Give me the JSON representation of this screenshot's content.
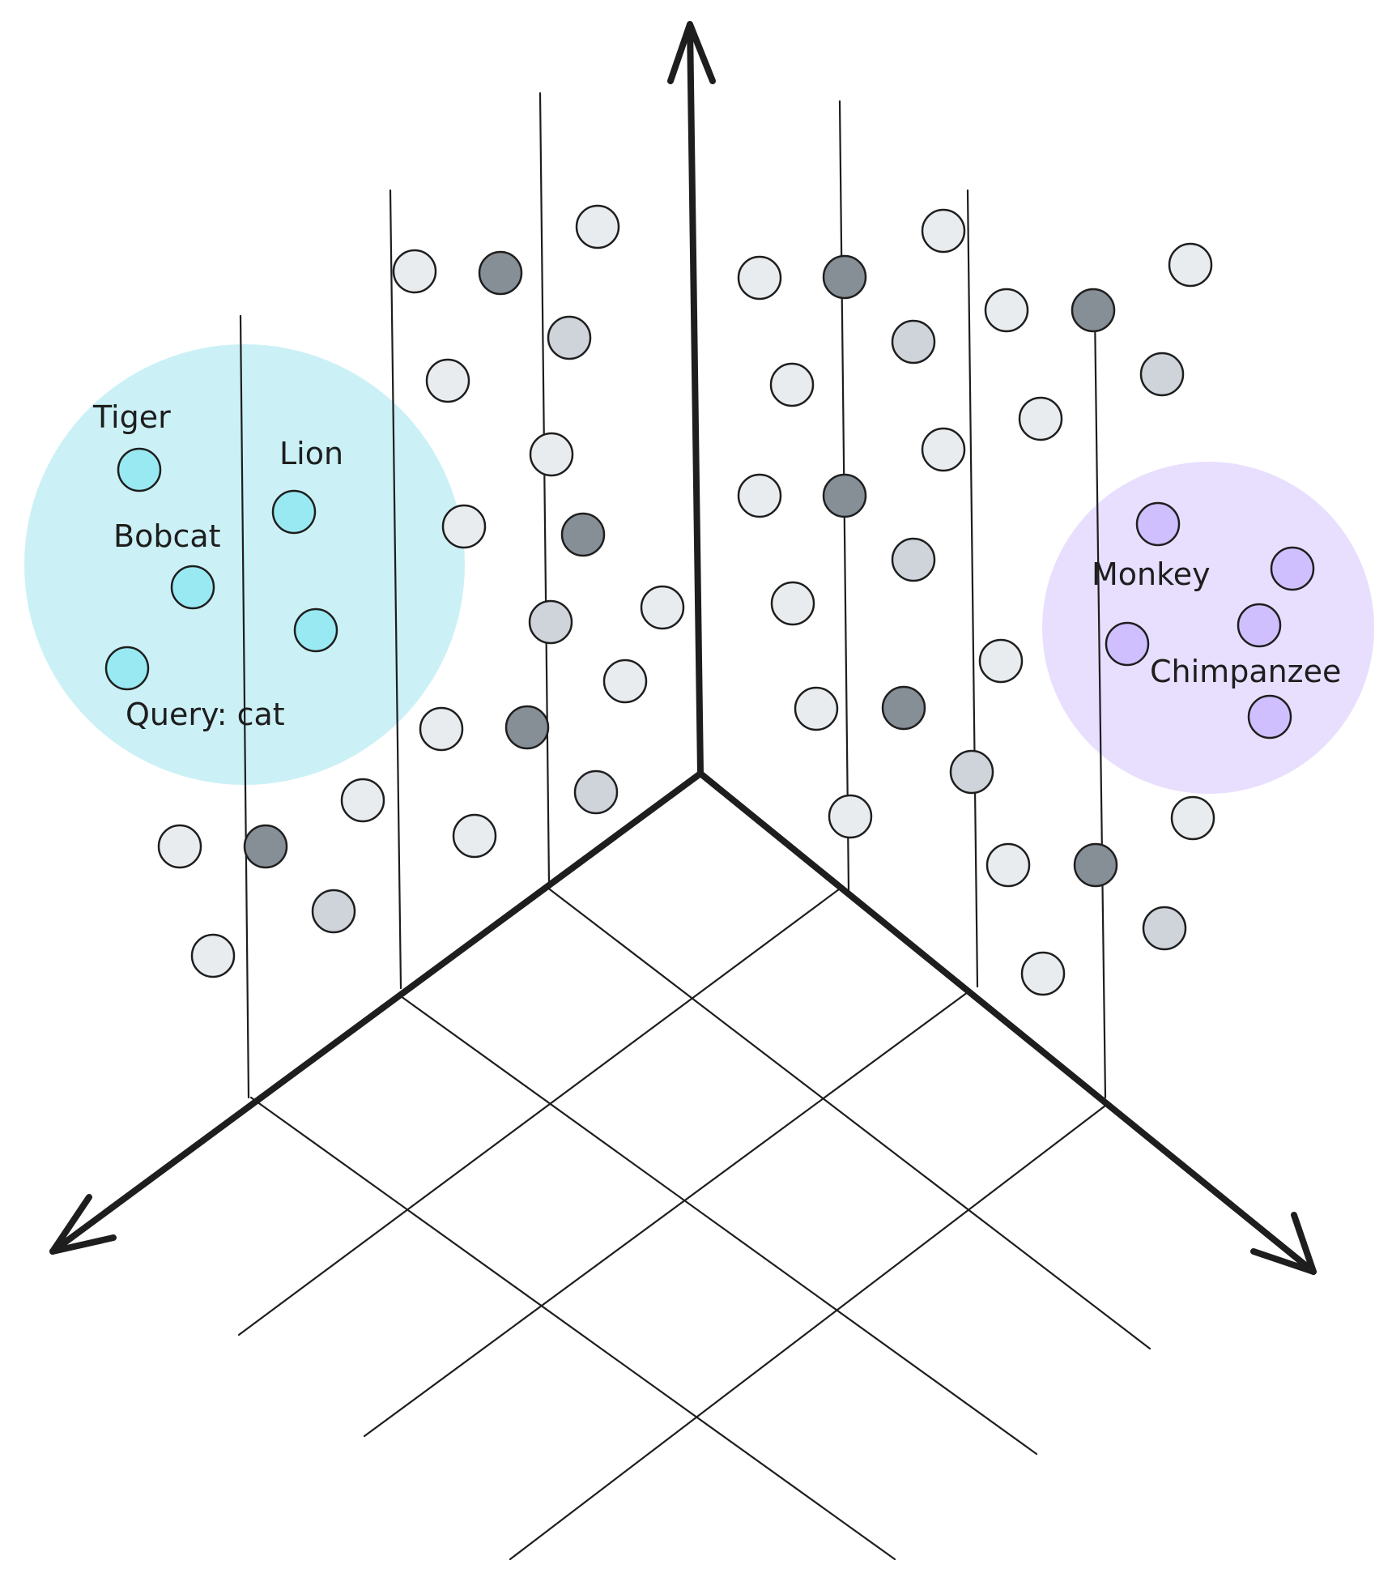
{
  "colors": {
    "background": "#ffffff",
    "stroke": "#1e1e1e",
    "dot_light": "#e9ecef",
    "dot_mid": "#ced4da",
    "dot_dark": "#868e96",
    "cat_fill": "#99e9f2",
    "cat_region": "#c5f0f5",
    "primate_fill": "#d0bfff",
    "primate_region": "#e5dbff"
  },
  "labels": {
    "tiger": "Tiger",
    "lion": "Lion",
    "bobcat": "Bobcat",
    "query": "Query: cat",
    "monkey": "Monkey",
    "chimpanzee": "Chimpanzee"
  }
}
